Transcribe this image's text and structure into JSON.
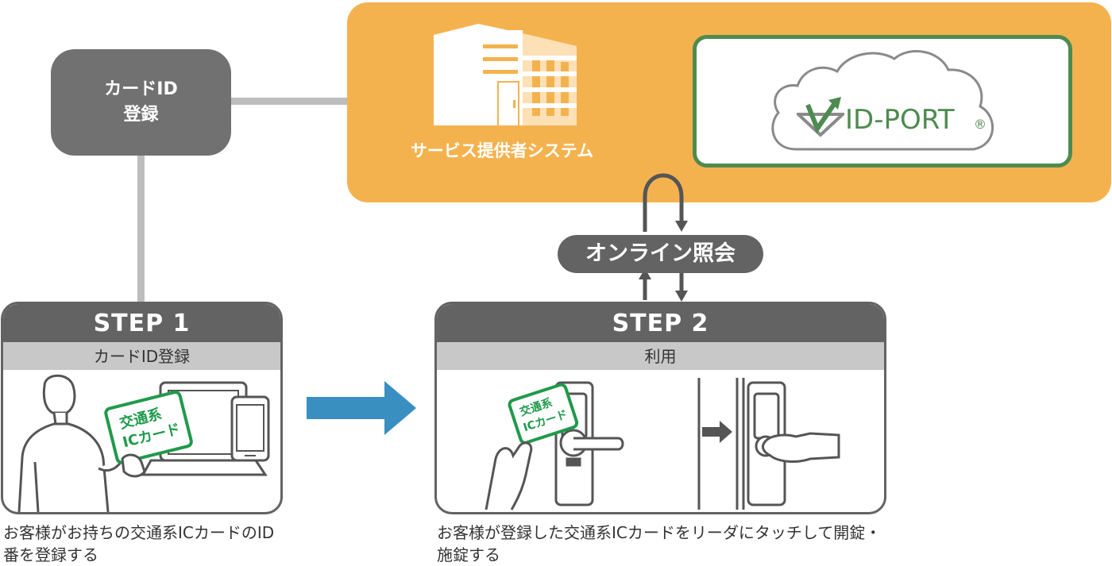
{
  "card_registration": {
    "line1": "カードID",
    "line2": "登録"
  },
  "provider": {
    "label": "サービス提供者システム",
    "idport_logo_text": "ID-PORT",
    "registered_mark": "®"
  },
  "online": {
    "label": "オンライン照会"
  },
  "step1": {
    "title": "STEP 1",
    "subtitle": "カードID登録",
    "card_text_line1": "交通系",
    "card_text_line2": "ICカード",
    "caption": "お客様がお持ちの交通系ICカードのID番を登録する"
  },
  "step2": {
    "title": "STEP 2",
    "subtitle": "利用",
    "card_text_line1": "交通系",
    "card_text_line2": "ICカード",
    "caption": "お客様が登録した交通系ICカードをリーダにタッチして開錠・施錠する"
  },
  "colors": {
    "panel_orange": "#f4b24f",
    "dark_gray": "#636363",
    "idport_green": "#4e8b4f",
    "card_green": "#1f9a4b",
    "arrow_blue": "#3a8fc1"
  },
  "icons": [
    "building-icon",
    "cloud-icon",
    "idport-logo-icon",
    "person-icon",
    "monitor-icon",
    "smartphone-icon",
    "ic-card-icon",
    "hand-icon",
    "door-handle-icon",
    "card-reader-icon",
    "push-arrow-icon"
  ]
}
